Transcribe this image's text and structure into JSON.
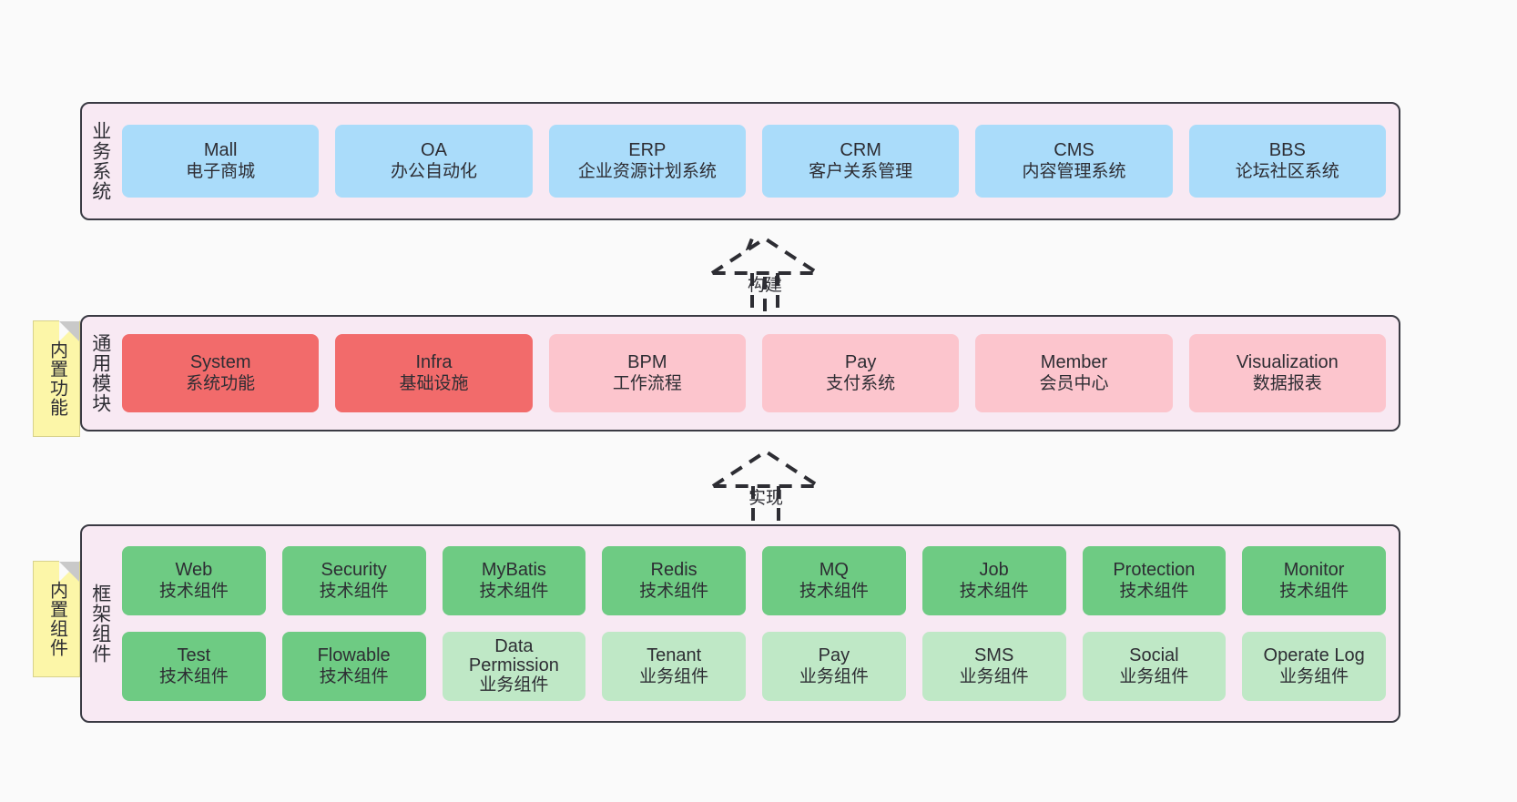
{
  "diagram": {
    "background": "#fafafa",
    "colors": {
      "panel_bg": "#f8e9f3",
      "panel_border": "#3a3a43",
      "business": "#aadcfa",
      "module_core": "#f26b6b",
      "module_optional": "#fcc5cd",
      "component_tech": "#6ecb83",
      "component_biz": "#bfe8c6",
      "note": "#fcf6a8",
      "note_fold": "#c9c9c9"
    }
  },
  "layers": {
    "business": {
      "title": "业务系统",
      "cards": [
        {
          "en": "Mall",
          "cn": "电子商城"
        },
        {
          "en": "OA",
          "cn": "办公自动化"
        },
        {
          "en": "ERP",
          "cn": "企业资源计划系统"
        },
        {
          "en": "CRM",
          "cn": "客户关系管理"
        },
        {
          "en": "CMS",
          "cn": "内容管理系统"
        },
        {
          "en": "BBS",
          "cn": "论坛社区系统"
        }
      ]
    },
    "modules": {
      "title": "通用模块",
      "note": "内置功能",
      "cards": [
        {
          "en": "System",
          "cn": "系统功能",
          "style": "red"
        },
        {
          "en": "Infra",
          "cn": "基础设施",
          "style": "red"
        },
        {
          "en": "BPM",
          "cn": "工作流程",
          "style": "pink"
        },
        {
          "en": "Pay",
          "cn": "支付系统",
          "style": "pink"
        },
        {
          "en": "Member",
          "cn": "会员中心",
          "style": "pink"
        },
        {
          "en": "Visualization",
          "cn": "数据报表",
          "style": "pink"
        }
      ]
    },
    "framework": {
      "title": "框架组件",
      "note": "内置组件",
      "row1": [
        {
          "en": "Web",
          "cn": "技术组件"
        },
        {
          "en": "Security",
          "cn": "技术组件"
        },
        {
          "en": "MyBatis",
          "cn": "技术组件"
        },
        {
          "en": "Redis",
          "cn": "技术组件"
        },
        {
          "en": "MQ",
          "cn": "技术组件"
        },
        {
          "en": "Job",
          "cn": "技术组件"
        },
        {
          "en": "Protection",
          "cn": "技术组件"
        },
        {
          "en": "Monitor",
          "cn": "技术组件"
        }
      ],
      "row2": [
        {
          "en": "Test",
          "cn": "技术组件",
          "style": "green"
        },
        {
          "en": "Flowable",
          "cn": "技术组件",
          "style": "green"
        },
        {
          "en": "Data Permission",
          "cn": "业务组件",
          "style": "green-light"
        },
        {
          "en": "Tenant",
          "cn": "业务组件",
          "style": "green-light"
        },
        {
          "en": "Pay",
          "cn": "业务组件",
          "style": "green-light"
        },
        {
          "en": "SMS",
          "cn": "业务组件",
          "style": "green-light"
        },
        {
          "en": "Social",
          "cn": "业务组件",
          "style": "green-light"
        },
        {
          "en": "Operate Log",
          "cn": "业务组件",
          "style": "green-light"
        }
      ]
    }
  },
  "connectors": [
    {
      "label": "构建"
    },
    {
      "label": "实现"
    }
  ]
}
